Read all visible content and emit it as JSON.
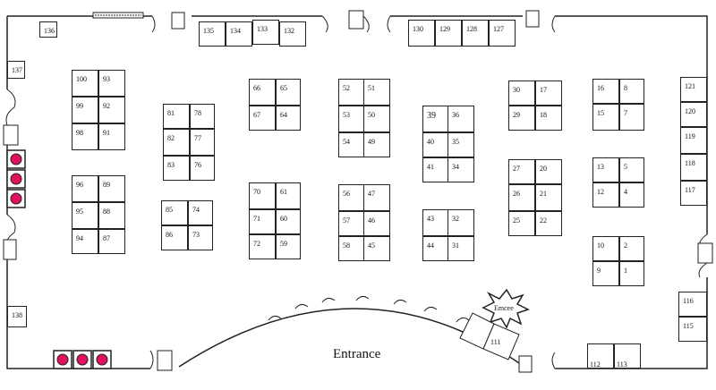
{
  "map": {
    "entrance_label": "Entrance",
    "emcee_label": "Emcee",
    "booths": [
      {
        "id": "136"
      },
      {
        "id": "137"
      },
      {
        "id": "138"
      },
      {
        "id": "135"
      },
      {
        "id": "134"
      },
      {
        "id": "133"
      },
      {
        "id": "132"
      },
      {
        "id": "130"
      },
      {
        "id": "129"
      },
      {
        "id": "128"
      },
      {
        "id": "127"
      },
      {
        "id": "100"
      },
      {
        "id": "93"
      },
      {
        "id": "99"
      },
      {
        "id": "92"
      },
      {
        "id": "98"
      },
      {
        "id": "91"
      },
      {
        "id": "96"
      },
      {
        "id": "89"
      },
      {
        "id": "95"
      },
      {
        "id": "88"
      },
      {
        "id": "94"
      },
      {
        "id": "87"
      },
      {
        "id": "81"
      },
      {
        "id": "78"
      },
      {
        "id": "82"
      },
      {
        "id": "77"
      },
      {
        "id": "83"
      },
      {
        "id": "76"
      },
      {
        "id": "85"
      },
      {
        "id": "74"
      },
      {
        "id": "86"
      },
      {
        "id": "73"
      },
      {
        "id": "66"
      },
      {
        "id": "65"
      },
      {
        "id": "67"
      },
      {
        "id": "64"
      },
      {
        "id": "70"
      },
      {
        "id": "61"
      },
      {
        "id": "71"
      },
      {
        "id": "60"
      },
      {
        "id": "72"
      },
      {
        "id": "59"
      },
      {
        "id": "52"
      },
      {
        "id": "51"
      },
      {
        "id": "53"
      },
      {
        "id": "50"
      },
      {
        "id": "54"
      },
      {
        "id": "49"
      },
      {
        "id": "56"
      },
      {
        "id": "47"
      },
      {
        "id": "57"
      },
      {
        "id": "46"
      },
      {
        "id": "58"
      },
      {
        "id": "45"
      },
      {
        "id": "39"
      },
      {
        "id": "36"
      },
      {
        "id": "40"
      },
      {
        "id": "35"
      },
      {
        "id": "41"
      },
      {
        "id": "34"
      },
      {
        "id": "43"
      },
      {
        "id": "32"
      },
      {
        "id": "44"
      },
      {
        "id": "31"
      },
      {
        "id": "30"
      },
      {
        "id": "17"
      },
      {
        "id": "29"
      },
      {
        "id": "18"
      },
      {
        "id": "27"
      },
      {
        "id": "20"
      },
      {
        "id": "26"
      },
      {
        "id": "21"
      },
      {
        "id": "25"
      },
      {
        "id": "22"
      },
      {
        "id": "16"
      },
      {
        "id": "8"
      },
      {
        "id": "15"
      },
      {
        "id": "7"
      },
      {
        "id": "13"
      },
      {
        "id": "5"
      },
      {
        "id": "12"
      },
      {
        "id": "4"
      },
      {
        "id": "10"
      },
      {
        "id": "2"
      },
      {
        "id": "9"
      },
      {
        "id": "1"
      },
      {
        "id": "121"
      },
      {
        "id": "120"
      },
      {
        "id": "119"
      },
      {
        "id": "118"
      },
      {
        "id": "117"
      },
      {
        "id": "116"
      },
      {
        "id": "115"
      },
      {
        "id": "111"
      },
      {
        "id": "112"
      },
      {
        "id": "113"
      }
    ],
    "colors": {
      "wall": "#222222",
      "marker": "#e0115f"
    }
  }
}
